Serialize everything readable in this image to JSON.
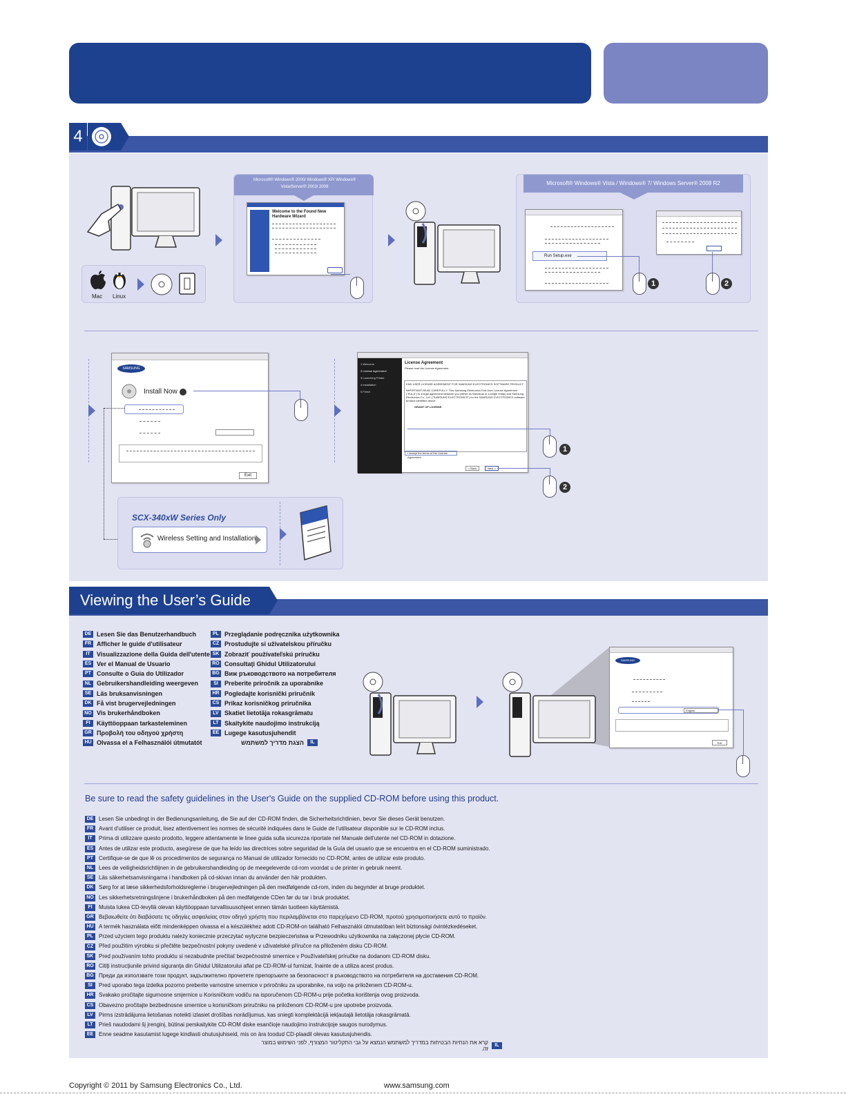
{
  "step": {
    "number": "4"
  },
  "step1": {
    "os_labels": {
      "mac": "Mac",
      "linux": "Linux"
    },
    "xp_caption": "Microsoft® Windows® 2000/ Windows® XP/ Windows® Vista/Server® 2003/ 2008",
    "xp_dialog": {
      "heading": "Welcome to the Found New Hardware Wizard"
    },
    "vista_caption": "Microsoft® Windows® Vista / Windows® 7/ Windows Server® 2008 R2",
    "vista_dialog": {
      "run_label": "Run Setup.exe"
    },
    "markers": [
      "1",
      "2"
    ]
  },
  "step2": {
    "installer": {
      "logo": "SAMSUNG",
      "install_now": "Install Now",
      "exit": "Exit"
    },
    "license": {
      "sidebar": [
        "1.Welcome",
        "2.License Agreement",
        "3.Launching Printer",
        "4.Installation",
        "5.Finish"
      ],
      "heading": "License Agreement",
      "subheading": "Please read the License Agreement.",
      "title_line": "END USER LICENSE AGREEMENT FOR SAMSUNG ELECTRONICS SOFTWARE PRODUCT",
      "body": "IMPORTANT-READ CAREFULLY: This Samsung Electronics End-User License Agreement (\"EULA\") is a legal agreement between you (either an individual or a single entity) and Samsung Electronics Co., Ltd. (\"SAMSUNG ELECTRONICS\") for the SAMSUNG ELECTRONICS software product identified above.",
      "grant": "GRANT OF LICENSE.",
      "accept": "I accept the terms of the License Agreement",
      "back": "< Back",
      "next": "Next >",
      "markers": [
        "1",
        "2"
      ]
    },
    "wireless": {
      "series": "SCX-340xW Series Only",
      "button": "Wireless Setting and Installation"
    }
  },
  "guide": {
    "title": "Viewing the User’s Guide",
    "left_languages": [
      {
        "code": "DE",
        "text": "Lesen Sie das Benutzerhandbuch"
      },
      {
        "code": "FR",
        "text": "Afficher le guide d'utilisateur"
      },
      {
        "code": "IT",
        "text": "Visualizzazione della Guida dell'utente"
      },
      {
        "code": "ES",
        "text": "Ver el Manual de Usuario"
      },
      {
        "code": "PT",
        "text": "Consulte o Guia do Utilizador"
      },
      {
        "code": "NL",
        "text": "Gebruikershandleiding weergeven"
      },
      {
        "code": "SE",
        "text": "Läs bruksanvisningen"
      },
      {
        "code": "DK",
        "text": "Få vist brugervejledningen"
      },
      {
        "code": "NO",
        "text": "Vis brukerhåndboken"
      },
      {
        "code": "FI",
        "text": "Käyttöoppaan tarkasteleminen"
      },
      {
        "code": "GR",
        "text": "Προβολή του οδηγού χρήστη"
      },
      {
        "code": "HU",
        "text": "Olvassa el a Felhasználói útmutatót"
      }
    ],
    "right_languages": [
      {
        "code": "PL",
        "text": "Przeglądanie podręcznika użytkownika"
      },
      {
        "code": "CZ",
        "text": "Prostudujte si uživatelskou příručku"
      },
      {
        "code": "SK",
        "text": "Zobraziť používateľskú príručku"
      },
      {
        "code": "RO",
        "text": "Consultaţi Ghidul Utilizatorului"
      },
      {
        "code": "BG",
        "text": "Виж ръководството на потребителя"
      },
      {
        "code": "SI",
        "text": "Preberite priročnik za uporabnike"
      },
      {
        "code": "HR",
        "text": "Pogledajte korisnički priručnik"
      },
      {
        "code": "CS",
        "text": "Prikaz korisničkog priručnika"
      },
      {
        "code": "LV",
        "text": "Skatiet lietotāja rokasgrāmatu"
      },
      {
        "code": "LT",
        "text": "Skaitykite naudojimo instrukciją"
      },
      {
        "code": "EE",
        "text": "Lugege kasutusjuhendit"
      },
      {
        "code": "IL",
        "text": "הצגת מדריך למשתמש"
      }
    ],
    "screen_logo": "SAMSUNG",
    "screen_exit": "Exit",
    "screen_dropdown": "English"
  },
  "safety": {
    "title": "Be sure to read the safety guidelines in the User's Guide on the supplied CD-ROM before using this product.",
    "items": [
      {
        "code": "DE",
        "text": "Lesen Sie unbedingt in der Bedienungsanleitung, die Sie auf der CD-ROM finden, die Sicherheitsrichtlinien, bevor Sie dieses Gerät benutzen."
      },
      {
        "code": "FR",
        "text": "Avant d'utiliser ce produit, lisez attentivement les normes de sécurité indiquées dans le Guide de l'utilisateur disponible sur le CD-ROM inclus."
      },
      {
        "code": "IT",
        "text": "Prima di utilizzare questo prodotto, leggere attentamente le linee guida sulla sicurezza riportate nel Manuale dell'utente nel CD-ROM in dotazione."
      },
      {
        "code": "ES",
        "text": "Antes de utilizar este producto, asegúrese de que ha leído las directrices sobre seguridad de la Guía del usuario que se encuentra en el CD-ROM suministrado."
      },
      {
        "code": "PT",
        "text": "Certifique-se de que lê os procedimentos de segurança no Manual de utilizador fornecido no CD-ROM, antes de utilizar este produto."
      },
      {
        "code": "NL",
        "text": "Lees de veiligheidsrichtlijnen in de gebruikershandleiding op de meegeleverde cd-rom voordat u de printer in gebruik neemt."
      },
      {
        "code": "SE",
        "text": "Läs säkerhetsanvisningarna i handboken på cd-skivan innan du använder den här produkten."
      },
      {
        "code": "DK",
        "text": "Sørg for at læse sikkerhedsforholdsreglerne i brugervejledningen på den medfølgende cd-rom, inden du begynder at bruge produktet."
      },
      {
        "code": "NO",
        "text": "Les sikkerhetsretningslinjene i brukerhåndboken på den medfølgende CDen før du tar i bruk produktet."
      },
      {
        "code": "FI",
        "text": "Muista lukea CD-levyllä olevan käyttöoppaan turvallisuusohjeet ennen tämän tuotteen käyttämistä."
      },
      {
        "code": "GR",
        "text": "Βεβαιωθείτε ότι διαβάσατε τις οδηγίες ασφαλείας στον οδηγό χρήστη που περιλαμβάνεται στο παρεχόμενο CD-ROM, προτού χρησιμοποιήσετε αυτό το προϊόν."
      },
      {
        "code": "HU",
        "text": "A termék használata előtt mindenképpen olvassa el a készülékhez adott CD-ROM-on található Felhasználói útmutatóban leírt biztonsági óvintézkedéseket."
      },
      {
        "code": "PL",
        "text": "Przed użyciem tego produktu należy koniecznie przeczytać wytyczne bezpieczeństwa w Przewodniku użytkownika na załączonej płycie CD-ROM."
      },
      {
        "code": "CZ",
        "text": "Před použitím výrobku si přečtěte bezpečnostní pokyny uvedené v uživatelské příručce na přiloženém disku CD-ROM."
      },
      {
        "code": "SK",
        "text": "Pred používaním tohto produktu si nezabudnite prečítať bezpečnostné smernice v Používateľskej príručke na dodanom CD-ROM disku."
      },
      {
        "code": "RO",
        "text": "Citiţi instrucţiunile privind siguranţa din Ghidul Utilizatorului aflat pe CD-ROM-ul furnizat, înainte de a utiliza acest produs."
      },
      {
        "code": "BG",
        "text": "Преди да използвате този продукт, задължително прочетете препоръките за безопасност в ръководството на потребителя на доставения CD-ROM."
      },
      {
        "code": "SI",
        "text": "Pred uporabo tega izdelka pozorno preberite varnostne smernice v priročniku za uporabnike, na voljo na priloženem CD-ROM-u."
      },
      {
        "code": "HR",
        "text": "Svakako pročitajte sigurnosne smjernice u Korisničkom vodiču na isporučenom CD-ROM-u prije početka korištenja ovog proizvoda."
      },
      {
        "code": "CS",
        "text": "Obavezno pročitajte bezbednosne smernice u korisničkom priručniku na priloženom CD-ROM-u pre upotrebe proizvoda."
      },
      {
        "code": "LV",
        "text": "Pirms izstrādājuma lietošanas noteikti izlasiet drošības norādījumus, kas sniegti komplektācijā iekļautajā lietotāja rokasgrāmatā."
      },
      {
        "code": "LT",
        "text": "Prieš naudodami šį įrenginį, būtinai perskaitykite CD-ROM diske esančioje naudojimo instrukcijoje saugos nurodymus."
      },
      {
        "code": "EE",
        "text": "Enne seadme kasutamist lugege kindlasti ohutusjuhiseid, mis on ära toodud CD-plaadil olevas kasutusjuhendis."
      }
    ],
    "il_text": "קרא את הנחיות הבטיחות במדריך למשתמש הנמצא על גבי התקליטור המצורף, לפני השימוש במוצר זה."
  },
  "footer": {
    "copyright": "Copyright © 2011 by Samsung Electronics Co., Ltd.",
    "url": "www.samsung.com"
  },
  "colors": {
    "primary": "#1e418f",
    "secondary": "#7b85c4",
    "panel": "#e3e4f2",
    "accent_line": "#5d6fc0"
  }
}
